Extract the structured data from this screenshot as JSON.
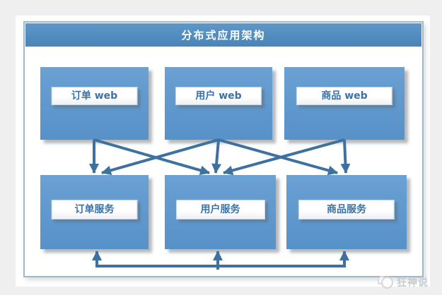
{
  "diagram": {
    "title": "分布式应用架构",
    "nodes": {
      "top": [
        {
          "id": "order-web",
          "label": "订单 web"
        },
        {
          "id": "user-web",
          "label": "用户 web"
        },
        {
          "id": "product-web",
          "label": "商品 web"
        }
      ],
      "bottom": [
        {
          "id": "order-service",
          "label": "订单服务"
        },
        {
          "id": "user-service",
          "label": "用户服务"
        },
        {
          "id": "product-service",
          "label": "商品服务"
        }
      ]
    },
    "connections": [
      {
        "from": "订单 web",
        "to": "订单服务"
      },
      {
        "from": "订单 web",
        "to": "用户服务"
      },
      {
        "from": "用户 web",
        "to": "订单服务"
      },
      {
        "from": "用户 web",
        "to": "用户服务"
      },
      {
        "from": "用户 web",
        "to": "商品服务"
      },
      {
        "from": "商品 web",
        "to": "用户服务"
      },
      {
        "from": "商品 web",
        "to": "商品服务"
      }
    ],
    "service_bus": {
      "links": [
        "订单服务",
        "用户服务",
        "商品服务"
      ],
      "style": "horizontal line with upward arrows into each service"
    },
    "colors": {
      "page_background": "#efefef",
      "panel_border": "#9fb8cd",
      "titlebar_blue": "#4d87ba",
      "node_fill": "#5b95cb",
      "arrow_blue": "#3e719f",
      "label_text_blue": "#3a72a8",
      "watermark_gray": "#c7cbce"
    }
  },
  "watermark": {
    "text": "狂神说",
    "icon": "kuangshen-logo"
  }
}
